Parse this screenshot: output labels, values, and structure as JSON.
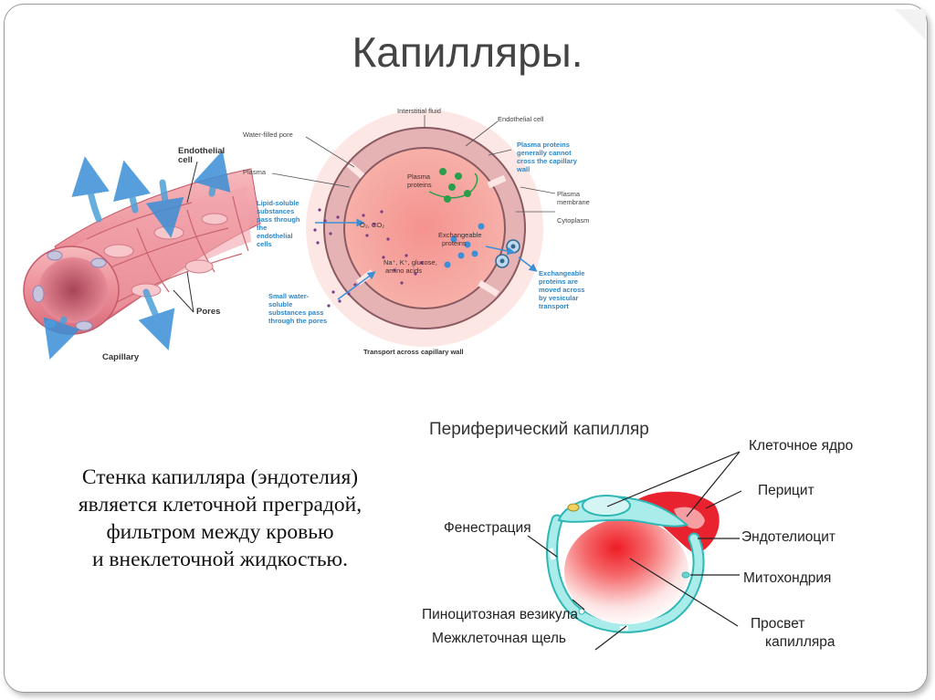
{
  "slide": {
    "title": "Капилляры.",
    "body_lines": [
      "Стенка капилляра (эндотелия)",
      "является клеточной преградой,",
      "фильтром между кровью",
      "и внеклеточной жидкостью."
    ]
  },
  "diagram_top": {
    "tube_labels": {
      "endothelial_cell_1": "Endothelial",
      "endothelial_cell_2": "cell",
      "pores": "Pores",
      "capillary": "Capillary"
    },
    "section_labels": {
      "interstitial_fluid": "Interstitial fluid",
      "endothelial_cell": "Endothelial cell",
      "water_filled_pore": "Water-filled pore",
      "plasma": "Plasma",
      "plasma_proteins_1": "Plasma",
      "plasma_proteins_2": "proteins",
      "plasma_membrane_1": "Plasma",
      "plasma_membrane_2": "membrane",
      "cytoplasm": "Cytoplasm",
      "exchangeable_proteins_1": "Exchangeable",
      "exchangeable_proteins_2": "proteins",
      "o2_co2": "O₂, CO₂",
      "ions_1": "Na⁺, K⁺, glucose,",
      "ions_2": "amino acids",
      "caption": "Transport across capillary wall"
    },
    "blue_notes": {
      "plasma_proteins_note": [
        "Plasma proteins",
        "generally cannot",
        "cross the capillary",
        "wall"
      ],
      "lipid_note": [
        "Lipid-soluble",
        "substances",
        "pass through",
        "the",
        "endothelial",
        "cells"
      ],
      "small_water_note": [
        "Small water-",
        "soluble",
        "substances pass",
        "through the pores"
      ],
      "vesicular_note": [
        "Exchangeable",
        "proteins are",
        "moved across",
        "by vesicular",
        "transport"
      ]
    }
  },
  "diagram_bottom": {
    "title": "Периферический капилляр",
    "labels": {
      "nucleus": "Клеточное ядро",
      "pericyte": "Перицит",
      "fenestration": "Фенестрация",
      "endotheliocyte": "Эндотелиоцит",
      "mitochondria": "Митохондрия",
      "pinocytotic_vesicle": "Пиноцитозная везикула",
      "lumen_1": "Просвет",
      "lumen_2": "капилляра",
      "intercellular_cleft": "Межклеточная  щель"
    }
  }
}
